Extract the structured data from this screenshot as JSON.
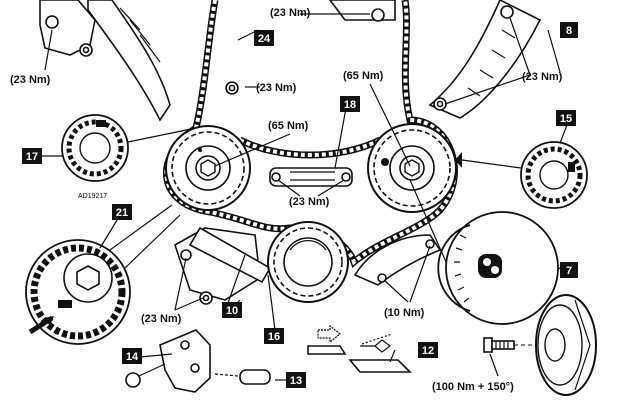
{
  "torques": {
    "t_top_center": "(23 Nm)",
    "t_top_left": "(23 Nm)",
    "t_guide_left": "(23 Nm)",
    "t_sprocket_left": "(65 Nm)",
    "t_sprocket_right": "(65 Nm)",
    "t_right_guide": "(23 Nm)",
    "t_center_guide": "(23 Nm)",
    "t_tensioner": "(23 Nm)",
    "t_guide_lower": "(10 Nm)",
    "t_crank_bolt": "(100 Nm + 150°)"
  },
  "callouts": {
    "c7": "7",
    "c8": "8",
    "c10": "10",
    "c12": "12",
    "c13": "13",
    "c14": "14",
    "c15": "15",
    "c16": "16",
    "c17": "17",
    "c18": "18",
    "c21": "21",
    "c24": "24"
  },
  "figure_code": "AD19217",
  "colors": {
    "ink": "#111111",
    "paper": "#ffffff"
  }
}
